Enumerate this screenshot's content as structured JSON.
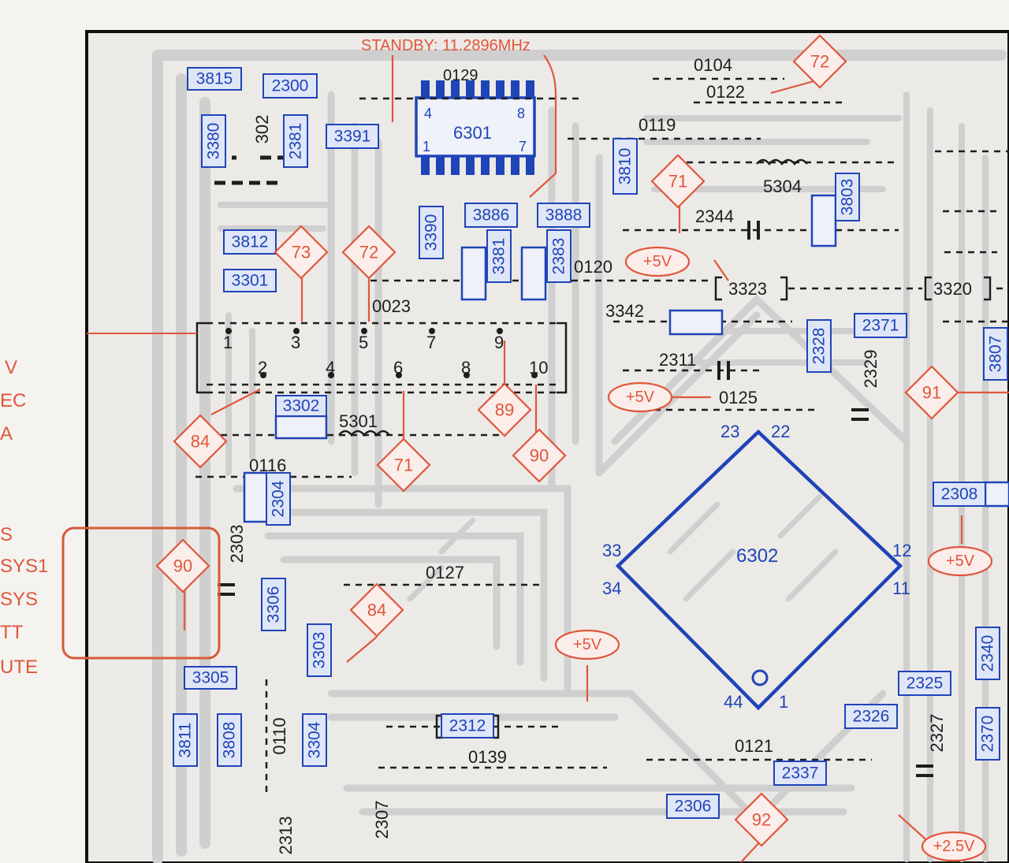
{
  "header_note": "STANDBY: 11.2896MHz",
  "left_signal_labels": [
    "V",
    "EC",
    "A",
    "S",
    "SYS1",
    "SYS",
    "TT",
    "UTE"
  ],
  "blue_components": [
    "3815",
    "2300",
    "3380",
    "2381",
    "3391",
    "3810",
    "3803",
    "3812",
    "3301",
    "3390",
    "3886",
    "3888",
    "3381",
    "2383",
    "3302",
    "2304",
    "3306",
    "3303",
    "3305",
    "3811",
    "3808",
    "3304",
    "2312",
    "2306",
    "2337",
    "2328",
    "2371",
    "3807",
    "2308",
    "2340",
    "2325",
    "2326",
    "2370"
  ],
  "black_labels": [
    "0129",
    "0104",
    "0122",
    "0119",
    "5304",
    "2344",
    "0120",
    "3342",
    "3323",
    "3320",
    "0023",
    "2311",
    "0125",
    "5301",
    "0116",
    "2303",
    "0127",
    "0110",
    "0139",
    "0121",
    "2329",
    "2327",
    "2313",
    "2307",
    "302"
  ],
  "red_markers": [
    "72",
    "71",
    "73",
    "72",
    "91",
    "89",
    "84",
    "71",
    "90",
    "90",
    "84",
    "92"
  ],
  "voltage_labels": [
    "+5V",
    "+5V",
    "+5V",
    "+5V",
    "+2.5V"
  ],
  "connector_pins": [
    "1",
    "2",
    "3",
    "4",
    "5",
    "6",
    "7",
    "8",
    "9",
    "10"
  ],
  "ic_6301": {
    "label": "6301",
    "pins": [
      "4",
      "8",
      "1",
      "7"
    ]
  },
  "ic_6302": {
    "label": "6302",
    "pins": [
      "23",
      "22",
      "33",
      "12",
      "34",
      "11",
      "44",
      "1"
    ]
  }
}
